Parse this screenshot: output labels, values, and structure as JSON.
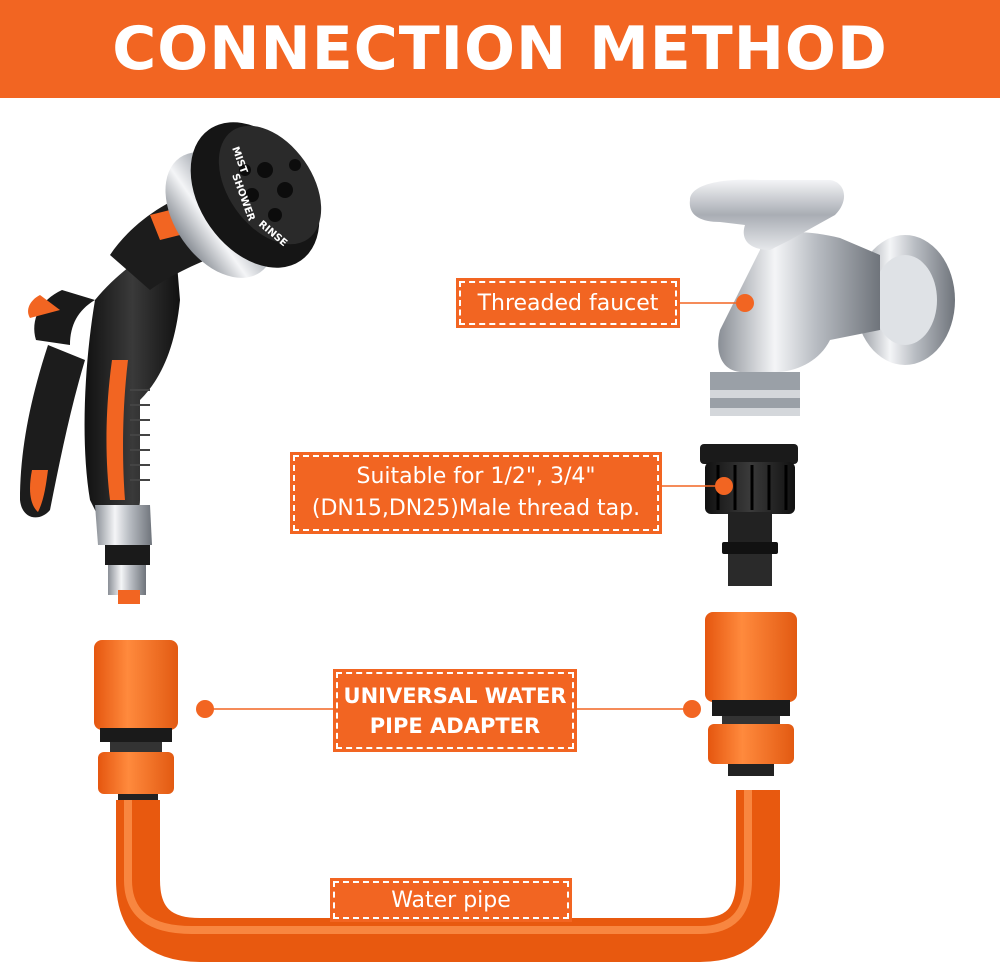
{
  "header": {
    "title": "CONNECTION METHOD"
  },
  "labels": {
    "faucet": "Threaded faucet",
    "suitable_line1": "Suitable for 1/2\", 3/4\"",
    "suitable_line2": "(DN15,DN25)Male thread tap.",
    "adapter_line1": "UNIVERSAL WATER",
    "adapter_line2": "PIPE ADAPTER",
    "pipe": "Water pipe"
  },
  "nozzle_dial_text": {
    "mist": "MIST",
    "shower": "SHOWER",
    "rinse": "RINSE"
  },
  "icons": [
    "spray-nozzle-icon",
    "faucet-icon",
    "tap-connector-icon",
    "hose-adapter-icon",
    "water-pipe-icon"
  ],
  "colors": {
    "accent": "#f26522",
    "black": "#1a1a1a",
    "chrome": "#c9ccd1",
    "background": "#ffffff"
  }
}
